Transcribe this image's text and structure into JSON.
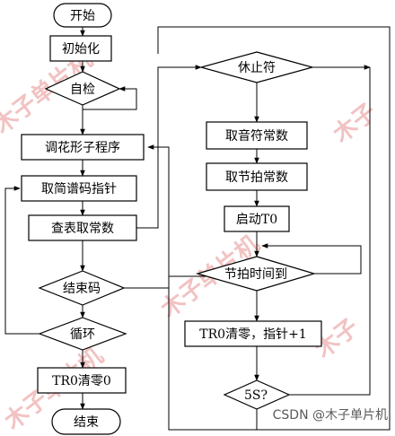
{
  "flowchart": {
    "start": "开始",
    "init": "初始化",
    "self_check": "自检",
    "call_song": "调花形子程序",
    "fetch_code": "取简谱码指针",
    "lookup": "查表取常数",
    "end_code": "结束码",
    "loop": "循环",
    "clear_tr0_0": "TR0清零0",
    "end": "结束",
    "rest": "休止符",
    "note_const": "取音符常数",
    "beat_const": "取节拍常数",
    "start_t0": "启动T0",
    "beat_time": "节拍时间到",
    "clear_tr0_ptr": "TR0清零，指针+1",
    "five_s": "5S?"
  },
  "watermark": {
    "text": "木子单片机",
    "color": "#f2c2c2"
  },
  "credit": "CSDN @木子单片机"
}
